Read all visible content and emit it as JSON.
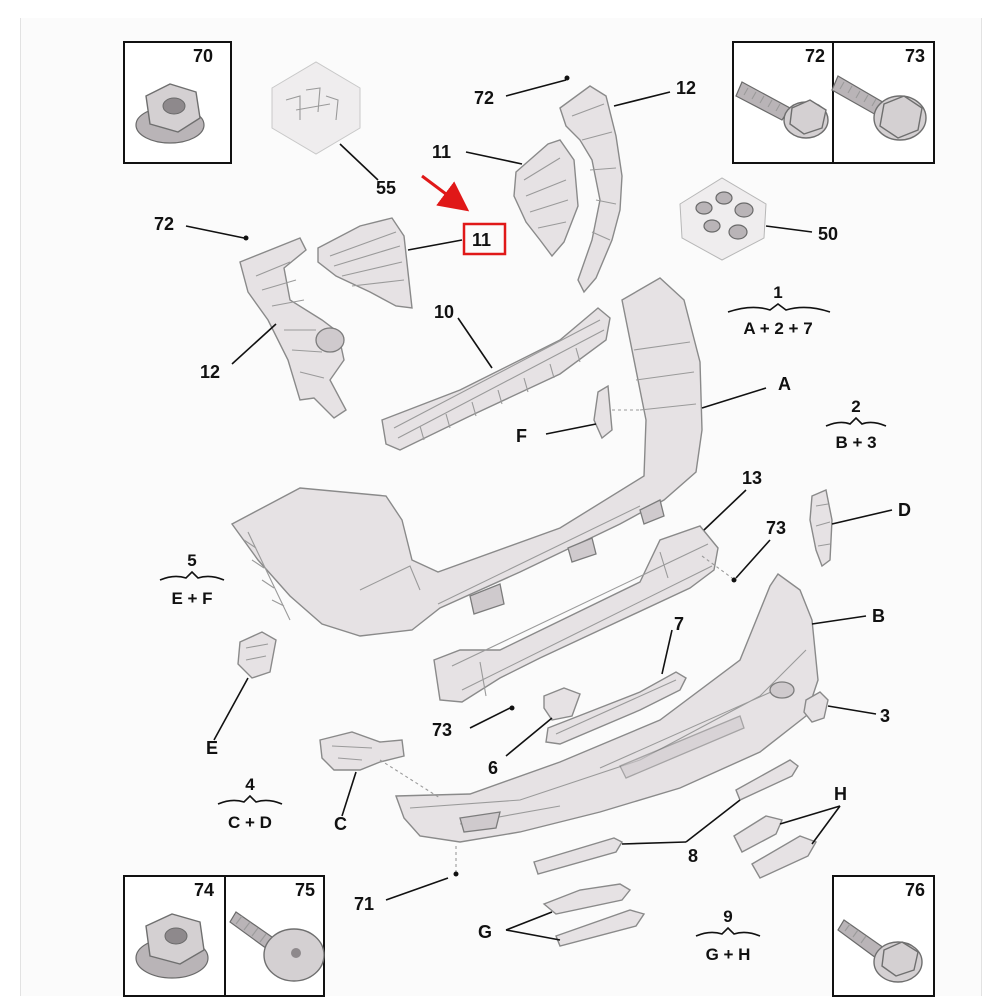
{
  "hardware_boxes": [
    {
      "id": "70",
      "label": "70"
    },
    {
      "id": "72",
      "label": "72"
    },
    {
      "id": "73",
      "label": "73"
    },
    {
      "id": "74",
      "label": "74"
    },
    {
      "id": "75",
      "label": "75"
    },
    {
      "id": "76",
      "label": "76"
    }
  ],
  "callouts": {
    "c55": "55",
    "c11a": "11",
    "c11b": "11",
    "c12a": "12",
    "c12b": "12",
    "c72a": "72",
    "c72b": "72",
    "c50": "50",
    "c10": "10",
    "cA": "A",
    "cF": "F",
    "c13": "13",
    "c73a": "73",
    "c73b": "73",
    "cD": "D",
    "cB": "B",
    "c7": "7",
    "c3": "3",
    "cE": "E",
    "c6": "6",
    "cC": "C",
    "c8": "8",
    "cH": "H",
    "c71": "71",
    "cG": "G"
  },
  "kits": [
    {
      "number": "1",
      "formula": "A + 2 + 7"
    },
    {
      "number": "2",
      "formula": "B + 3"
    },
    {
      "number": "5",
      "formula": "E + F"
    },
    {
      "number": "4",
      "formula": "C + D"
    },
    {
      "number": "9",
      "formula": "G + H"
    }
  ],
  "highlight": {
    "label": "11",
    "color": "#e01818"
  },
  "colors": {
    "accent": "#e01818",
    "part_fill": "#e6e2e4",
    "line": "#111111"
  }
}
